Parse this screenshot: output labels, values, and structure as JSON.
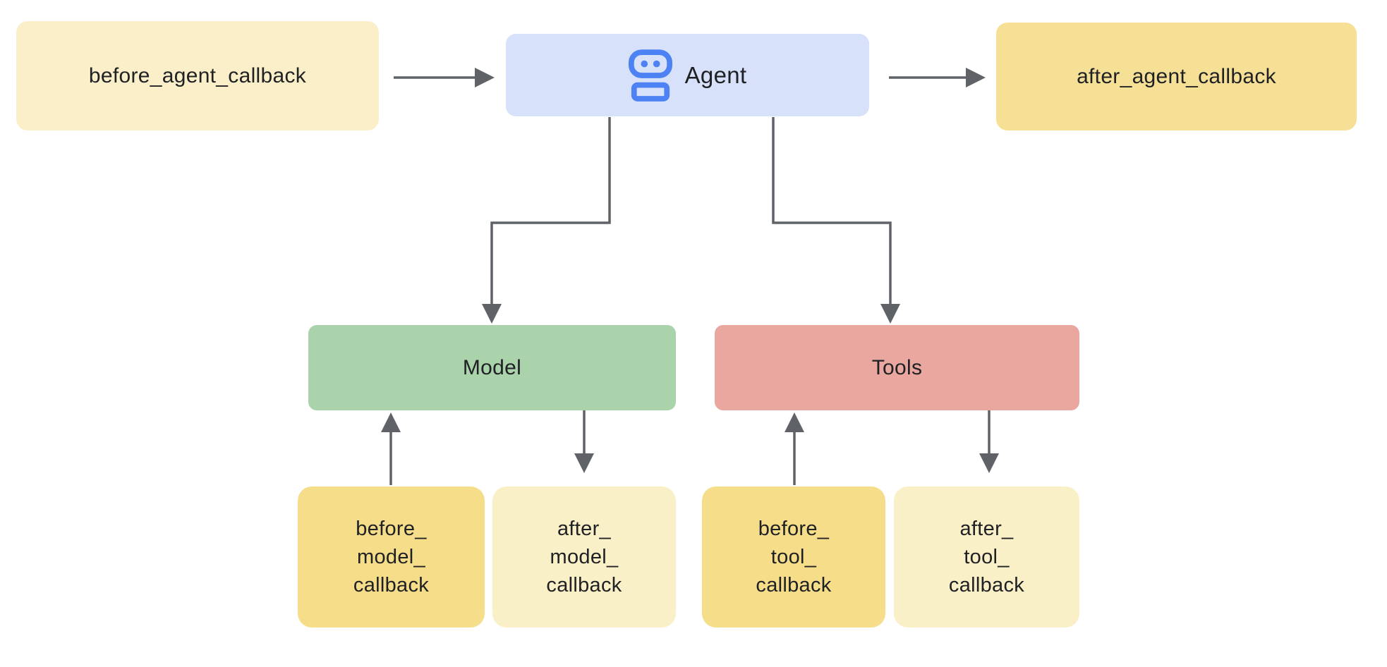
{
  "diagram": {
    "title": "agent-callback-flow",
    "text_color": "#202124",
    "arrow_color": "#5F6368",
    "background_color": "#FFFFFF",
    "nodes": {
      "before_agent": {
        "label": "before_agent_callback",
        "bg": "#FAEFC8"
      },
      "agent": {
        "label": "Agent",
        "bg": "#D7E2FA",
        "icon": "robot-icon",
        "icon_color": "#4D82F4"
      },
      "after_agent": {
        "label": "after_agent_callback",
        "bg": "#F6E096"
      },
      "model": {
        "label": "Model",
        "bg": "#AAD2AB"
      },
      "tools": {
        "label": "Tools",
        "bg": "#E9A79F"
      },
      "before_model": {
        "label": "before_\nmodel_\ncallback",
        "bg": "#F5DD8A"
      },
      "after_model": {
        "label": "after_\nmodel_\ncallback",
        "bg": "#FAF0C7"
      },
      "before_tool": {
        "label": "before_\ntool_\ncallback",
        "bg": "#F5DD8A"
      },
      "after_tool": {
        "label": "after_\ntool_\ncallback",
        "bg": "#FAF0C7"
      }
    }
  }
}
